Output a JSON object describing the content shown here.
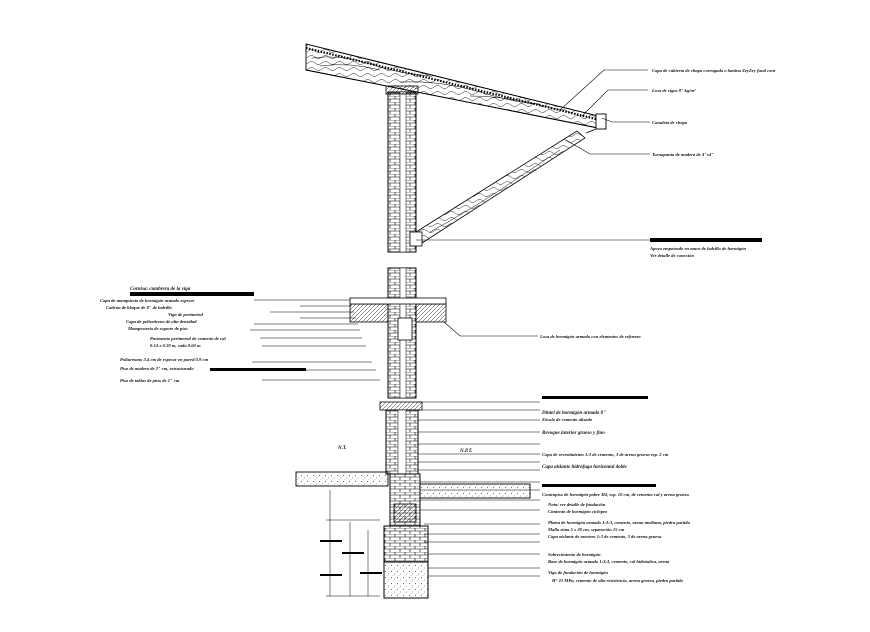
{
  "drawing": {
    "theme": {
      "ink": "#000000",
      "paper": "#ffffff",
      "hatch": "#555555"
    },
    "labels": {
      "roof_1": "Capa de cubierta de chapa corrugada o lamina ZeyZey fund cont",
      "roof_2": "Losa de vigas 8\" kg/m²",
      "roof_3": "Canaleta de chapa",
      "roof_4": "Tornapunta de madera de 4\"x4\"",
      "bracket_1": "Apoyo empotrado en muro de ladrillo de hormigón",
      "bracket_2": "Ver detalle de conexión",
      "left_1": "Cornisa: cumbrera de la viga",
      "left_2": "Capa de mampuesto de hormigón armado espesor",
      "left_3": "Cadena de bloque de 8\" de ladrillo",
      "left_4": "Viga de perimetral",
      "left_5": "Capa de poliestireno de alta densidad",
      "left_6": "Mampostería de soporte de piso",
      "left_7": "Pavimento perimetral de cemento de cal",
      "left_8": "0.14 x 0.20 m, cada 0.60 m",
      "left_9": "Poliuretano 3.4 cm de espesor en pared 0.9 cm",
      "left_10": "Piso de madera de 2\" cm, estructurado",
      "left_11": "Piso de tablas de pino de 1\" cm",
      "mid_1": "Losa de hormigón armado con elementos de refuerzo",
      "lower_1": "Dintel de hormigón armado 8\"",
      "lower_2": "Zócalo de cemento alisado",
      "lower_3": "Revoque interior grueso y fino",
      "lower_4": "Capa de revestimiento 1:3 de cemento, 3 de arena gruesa esp. 2 cm",
      "lower_5": "Capa aislante hidrófuga horizontal doble",
      "lower_6": "Contrapiso de hormigón pobre H4, esp. 10 cm, de cemento cal y arena gruesa",
      "lower_7": "Nota: ver detalle de fundación",
      "lower_8": "Cimiento de hormigón ciclópeo",
      "lower_9": "Platea de hormigón armado 1:3:3, cemento, arena mediana, piedra partida",
      "lower_10": "Malla sima 5 x 20 cm, separación 15 cm",
      "lower_11": "Capa aislante de mortero 1:3 de cemento, 3 de arena gruesa",
      "lower_12": "Sobrecimiento de hormigón",
      "lower_13": "Base de hormigón armado 1:3:3, cemento, cal hidráulica, arena",
      "lower_14": "Viga de fundación de hormigón",
      "lower_15": "H° 21 MPa, cemento de alta resistencia, arena gruesa, piedra partida",
      "level_ext": "N.T.",
      "level_int": "N.P.T."
    }
  }
}
